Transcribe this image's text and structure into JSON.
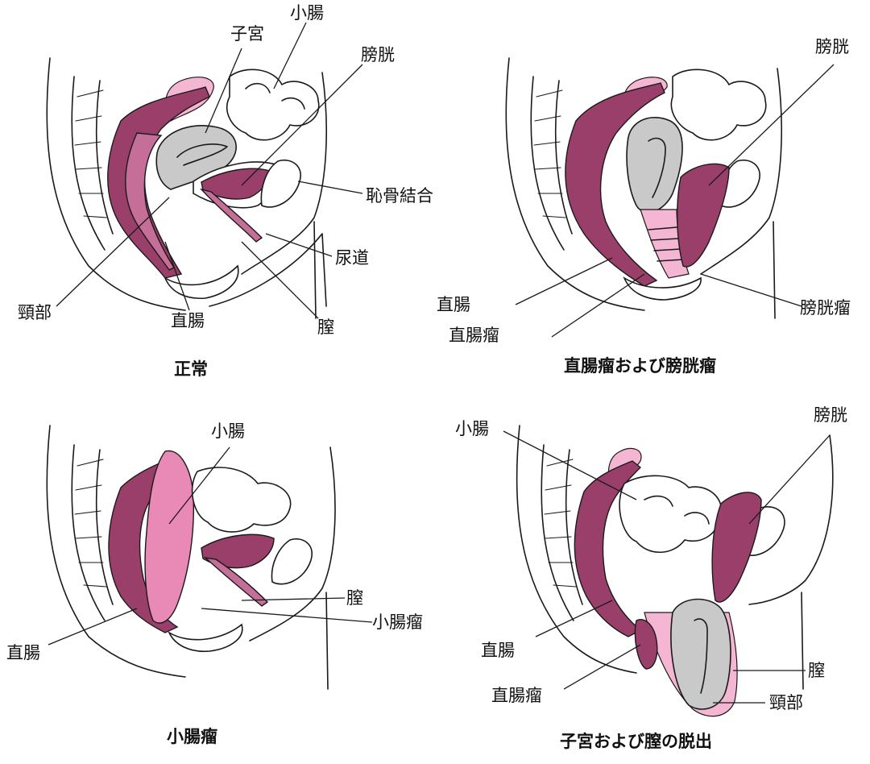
{
  "panels": {
    "normal": {
      "caption": "正常",
      "labels": {
        "small_intestine": "小腸",
        "uterus": "子宮",
        "bladder": "膀胱",
        "pubic_symphysis": "恥骨結合",
        "urethra": "尿道",
        "cervix": "頸部",
        "rectum": "直腸",
        "vagina": "膣"
      }
    },
    "rectocele_cystocele": {
      "caption": "直腸瘤および膀胱瘤",
      "labels": {
        "bladder": "膀胱",
        "rectum": "直腸",
        "rectocele": "直腸瘤",
        "cystocele": "膀胱瘤"
      }
    },
    "enterocele": {
      "caption": "小腸瘤",
      "labels": {
        "small_intestine": "小腸",
        "vagina": "膣",
        "enterocele": "小腸瘤",
        "rectum": "直腸"
      }
    },
    "prolapse": {
      "caption": "子宮および膣の脱出",
      "labels": {
        "bladder": "膀胱",
        "small_intestine": "小腸",
        "rectum": "直腸",
        "rectocele": "直腸瘤",
        "vagina": "膣",
        "cervix": "頸部"
      }
    }
  },
  "colors": {
    "tissue_pink_light": "#f4b6d3",
    "tissue_pink_medium": "#e98ab6",
    "tissue_pink_dark": "#9a3f6a",
    "uterus_grey": "#c9c9c9",
    "outline": "#1a1a1a"
  }
}
